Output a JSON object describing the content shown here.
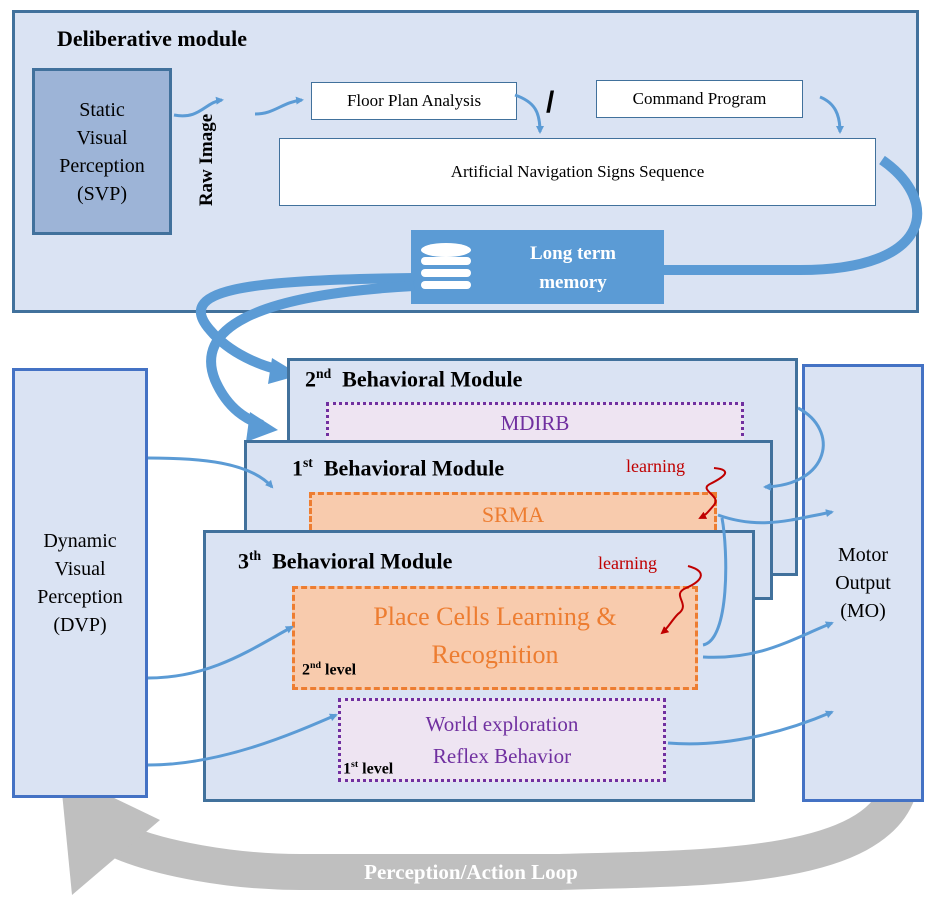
{
  "deliberative": {
    "title": "Deliberative module",
    "svp": [
      "Static",
      "Visual",
      "Perception",
      "(SVP)"
    ],
    "raw_image": "Raw Image",
    "floor_plan": "Floor Plan Analysis",
    "separator": "/",
    "command_program": "Command Program",
    "signs_sequence": "Artificial Navigation Signs Sequence",
    "long_term_memory": [
      "Long term",
      "memory"
    ]
  },
  "behavioral": {
    "second": {
      "ordinal": "2",
      "suffix": "nd",
      "title": "Behavioral Module",
      "inner": "MDIRB"
    },
    "first": {
      "ordinal": "1",
      "suffix": "st",
      "title": "Behavioral Module",
      "inner": "SRMA",
      "learning": "learning"
    },
    "third": {
      "ordinal": "3",
      "suffix": "th",
      "title": "Behavioral Module",
      "learning": "learning",
      "place_cells": [
        "Place Cells Learning &",
        "Recognition"
      ],
      "level2": {
        "num": "2",
        "suffix": "nd",
        "word": "level"
      },
      "world": [
        "World exploration",
        "Reflex Behavior"
      ],
      "level1": {
        "num": "1",
        "suffix": "st",
        "word": "level"
      }
    }
  },
  "dvp": [
    "Dynamic",
    "Visual",
    "Perception",
    "(DVP)"
  ],
  "mo": [
    "Motor",
    "Output",
    "(MO)"
  ],
  "loop": "Perception/Action Loop",
  "colors": {
    "panel_fill": "#dae3f3",
    "panel_border": "#41719c",
    "svp_fill": "#9db4d7",
    "memory_fill": "#5b9bd5",
    "arrow": "#5b9bd5",
    "orange": "#ed7d31",
    "orange_fill": "#f8cbad",
    "purple": "#7030a0",
    "purple_fill": "#eee4f2",
    "learning_red": "#c00000",
    "loop_gray": "#bfbfbf"
  }
}
